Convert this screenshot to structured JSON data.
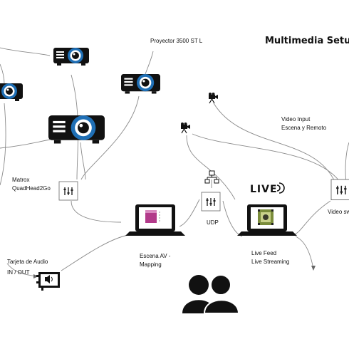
{
  "title": "Multimedia Setu",
  "labels": {
    "projector": "Proyector 3500 ST L",
    "video_input_1": "Video Input",
    "video_input_2": "Escena y Remoto",
    "matrox_1": "Matrox",
    "matrox_2": "QuadHead2Go",
    "udp": "UDP",
    "live_badge": "LIVE",
    "video_sw": "Video sw",
    "laptop1_1": "Escena AV -",
    "laptop1_2": "Mapping",
    "laptop2_1": "Live Feed",
    "laptop2_2": "Live Streaming",
    "audio_1": "Tarjeta de Audio",
    "audio_2": "IN / OUT"
  },
  "colors": {
    "accent_blue": "#1f6fb5",
    "ink": "#111111",
    "wire": "#8a8a8a",
    "screen_magenta": "#b23a8a",
    "screen_green": "#7a8c3a"
  },
  "icons": [
    "projector-icon",
    "camera-icon",
    "network-icon",
    "splitter-icon",
    "laptop-icon",
    "live-icon",
    "users-icon",
    "audio-card-icon"
  ]
}
